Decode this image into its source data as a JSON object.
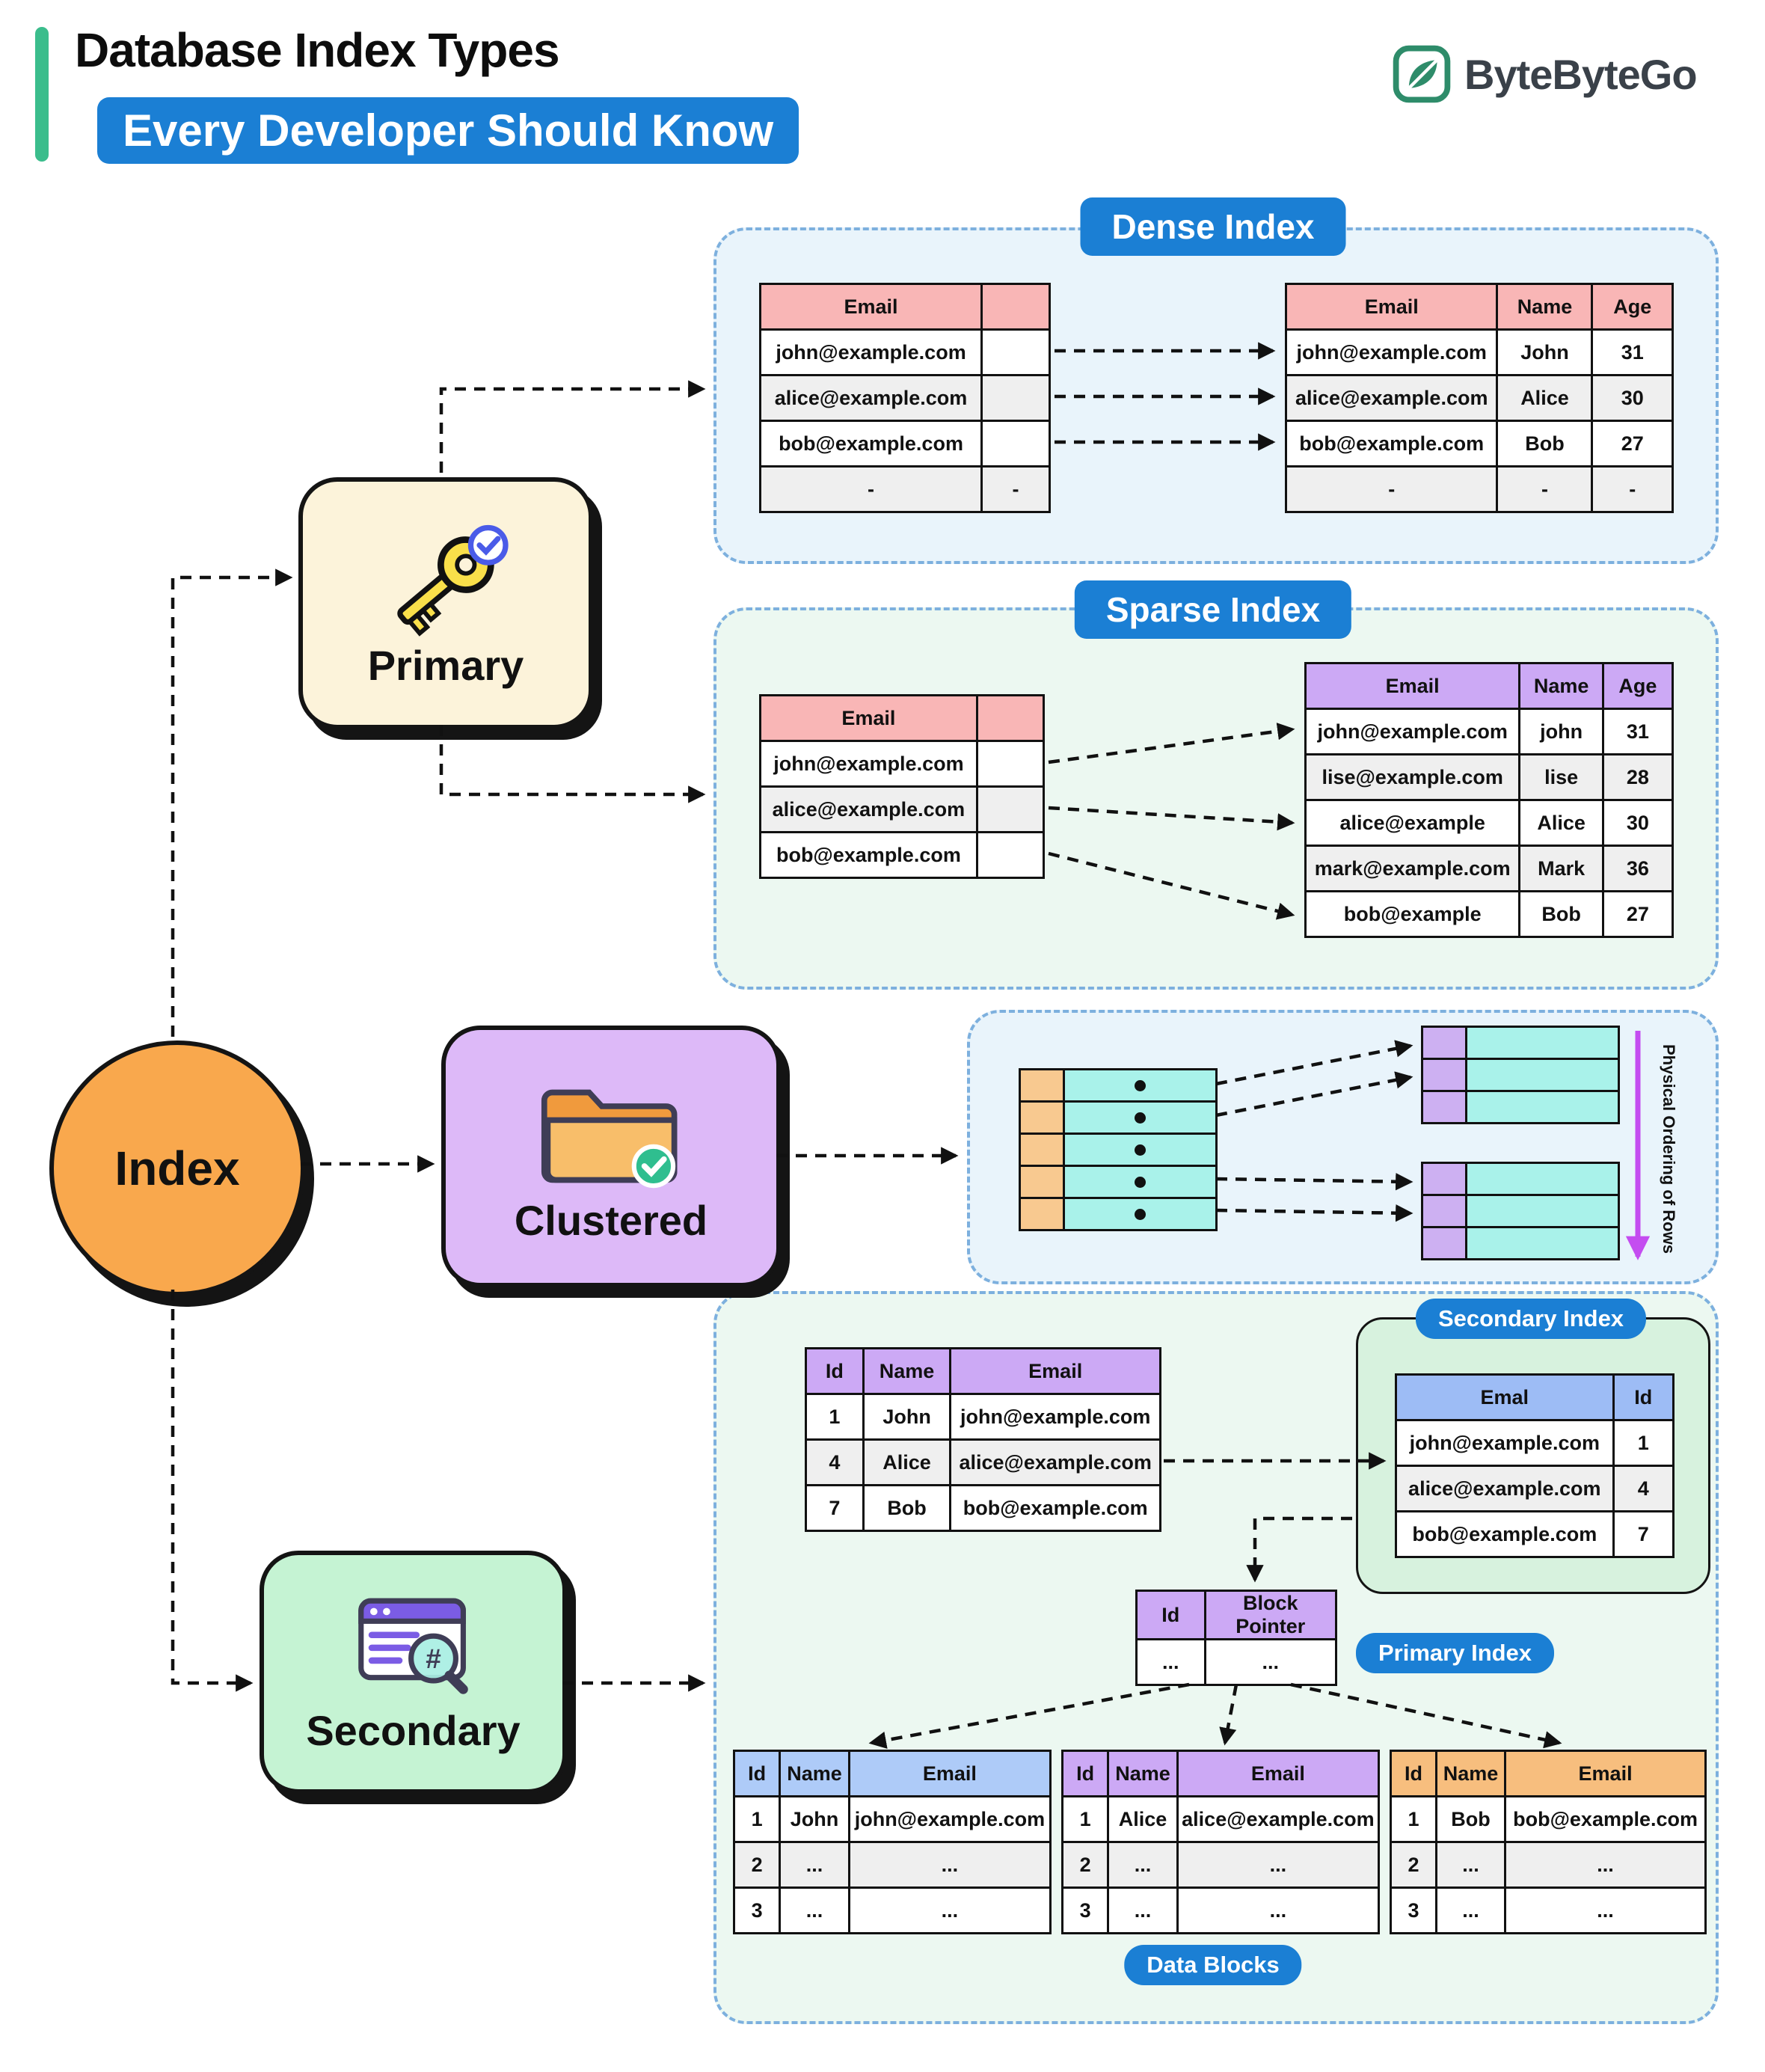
{
  "header": {
    "title": "Database Index Types",
    "subtitle": "Every Developer Should Know",
    "brand": "ByteByteGo"
  },
  "nodes": {
    "root": "Index",
    "primary": "Primary",
    "clustered": "Clustered",
    "secondary": "Secondary"
  },
  "badges": {
    "dense": "Dense Index",
    "sparse": "Sparse Index",
    "secondary_index": "Secondary Index",
    "primary_index": "Primary Index",
    "data_blocks": "Data Blocks",
    "physical_ordering": "Physical Ordering of Rows"
  },
  "icons": {
    "primary": "key-check-icon",
    "clustered": "folder-check-icon",
    "secondary": "browser-search-icon",
    "brand": "bytebytego-logo-icon"
  },
  "colors": {
    "accent_green": "#3BBD8C",
    "badge_blue": "#1B7FD4",
    "panel_blue_bg": "#E9F4FB",
    "panel_green_bg": "#ECF8F1",
    "panel_border": "#7DB0DE",
    "header_pink": "#F9B6B6",
    "header_purple": "#CCA9F5",
    "header_blue": "#9DBCF5",
    "header_orange": "#F7BE7E",
    "row_gray": "#EFEFEF",
    "index_orange": "#F9A84D",
    "primary_cream": "#FCF3DA",
    "clustered_purple": "#DDB9F8",
    "secondary_green": "#C5F3D3",
    "cell_cyan": "#A9F2EA",
    "cell_orange": "#F8C990",
    "cell_purple": "#CDB0F2",
    "ordering_arrow": "#C44DF0"
  },
  "tables": {
    "dense_left": {
      "headers": [
        "Email",
        ""
      ],
      "rows": [
        [
          "john@example.com",
          ""
        ],
        [
          "alice@example.com",
          ""
        ],
        [
          "bob@example.com",
          ""
        ],
        [
          "-",
          "-"
        ]
      ]
    },
    "dense_right": {
      "headers": [
        "Email",
        "Name",
        "Age"
      ],
      "rows": [
        [
          "john@example.com",
          "John",
          "31"
        ],
        [
          "alice@example.com",
          "Alice",
          "30"
        ],
        [
          "bob@example.com",
          "Bob",
          "27"
        ],
        [
          "-",
          "-",
          "-"
        ]
      ]
    },
    "sparse_left": {
      "headers": [
        "Email",
        ""
      ],
      "rows": [
        [
          "john@example.com",
          ""
        ],
        [
          "alice@example.com",
          ""
        ],
        [
          "bob@example.com",
          ""
        ]
      ]
    },
    "sparse_right": {
      "headers": [
        "Email",
        "Name",
        "Age"
      ],
      "rows": [
        [
          "john@example.com",
          "john",
          "31"
        ],
        [
          "lise@example.com",
          "lise",
          "28"
        ],
        [
          "alice@example",
          "Alice",
          "30"
        ],
        [
          "mark@example.com",
          "Mark",
          "36"
        ],
        [
          "bob@example",
          "Bob",
          "27"
        ]
      ]
    },
    "secondary_source": {
      "headers": [
        "Id",
        "Name",
        "Email"
      ],
      "rows": [
        [
          "1",
          "John",
          "john@example.com"
        ],
        [
          "4",
          "Alice",
          "alice@example.com"
        ],
        [
          "7",
          "Bob",
          "bob@example.com"
        ]
      ]
    },
    "secondary_index": {
      "headers": [
        "Emal",
        "Id"
      ],
      "rows": [
        [
          "john@example.com",
          "1"
        ],
        [
          "alice@example.com",
          "4"
        ],
        [
          "bob@example.com",
          "7"
        ]
      ]
    },
    "block_pointer": {
      "headers": [
        "Id",
        "Block Pointer"
      ],
      "rows": [
        [
          "...",
          "..."
        ]
      ]
    },
    "data_block_1": {
      "headers": [
        "Id",
        "Name",
        "Email"
      ],
      "rows": [
        [
          "1",
          "John",
          "john@example.com"
        ],
        [
          "2",
          "...",
          "..."
        ],
        [
          "3",
          "...",
          "..."
        ]
      ]
    },
    "data_block_2": {
      "headers": [
        "Id",
        "Name",
        "Email"
      ],
      "rows": [
        [
          "1",
          "Alice",
          "alice@example.com"
        ],
        [
          "2",
          "...",
          "..."
        ],
        [
          "3",
          "...",
          "..."
        ]
      ]
    },
    "data_block_3": {
      "headers": [
        "Id",
        "Name",
        "Email"
      ],
      "rows": [
        [
          "1",
          "Bob",
          "bob@example.com"
        ],
        [
          "2",
          "...",
          "..."
        ],
        [
          "3",
          "...",
          "..."
        ]
      ]
    }
  }
}
